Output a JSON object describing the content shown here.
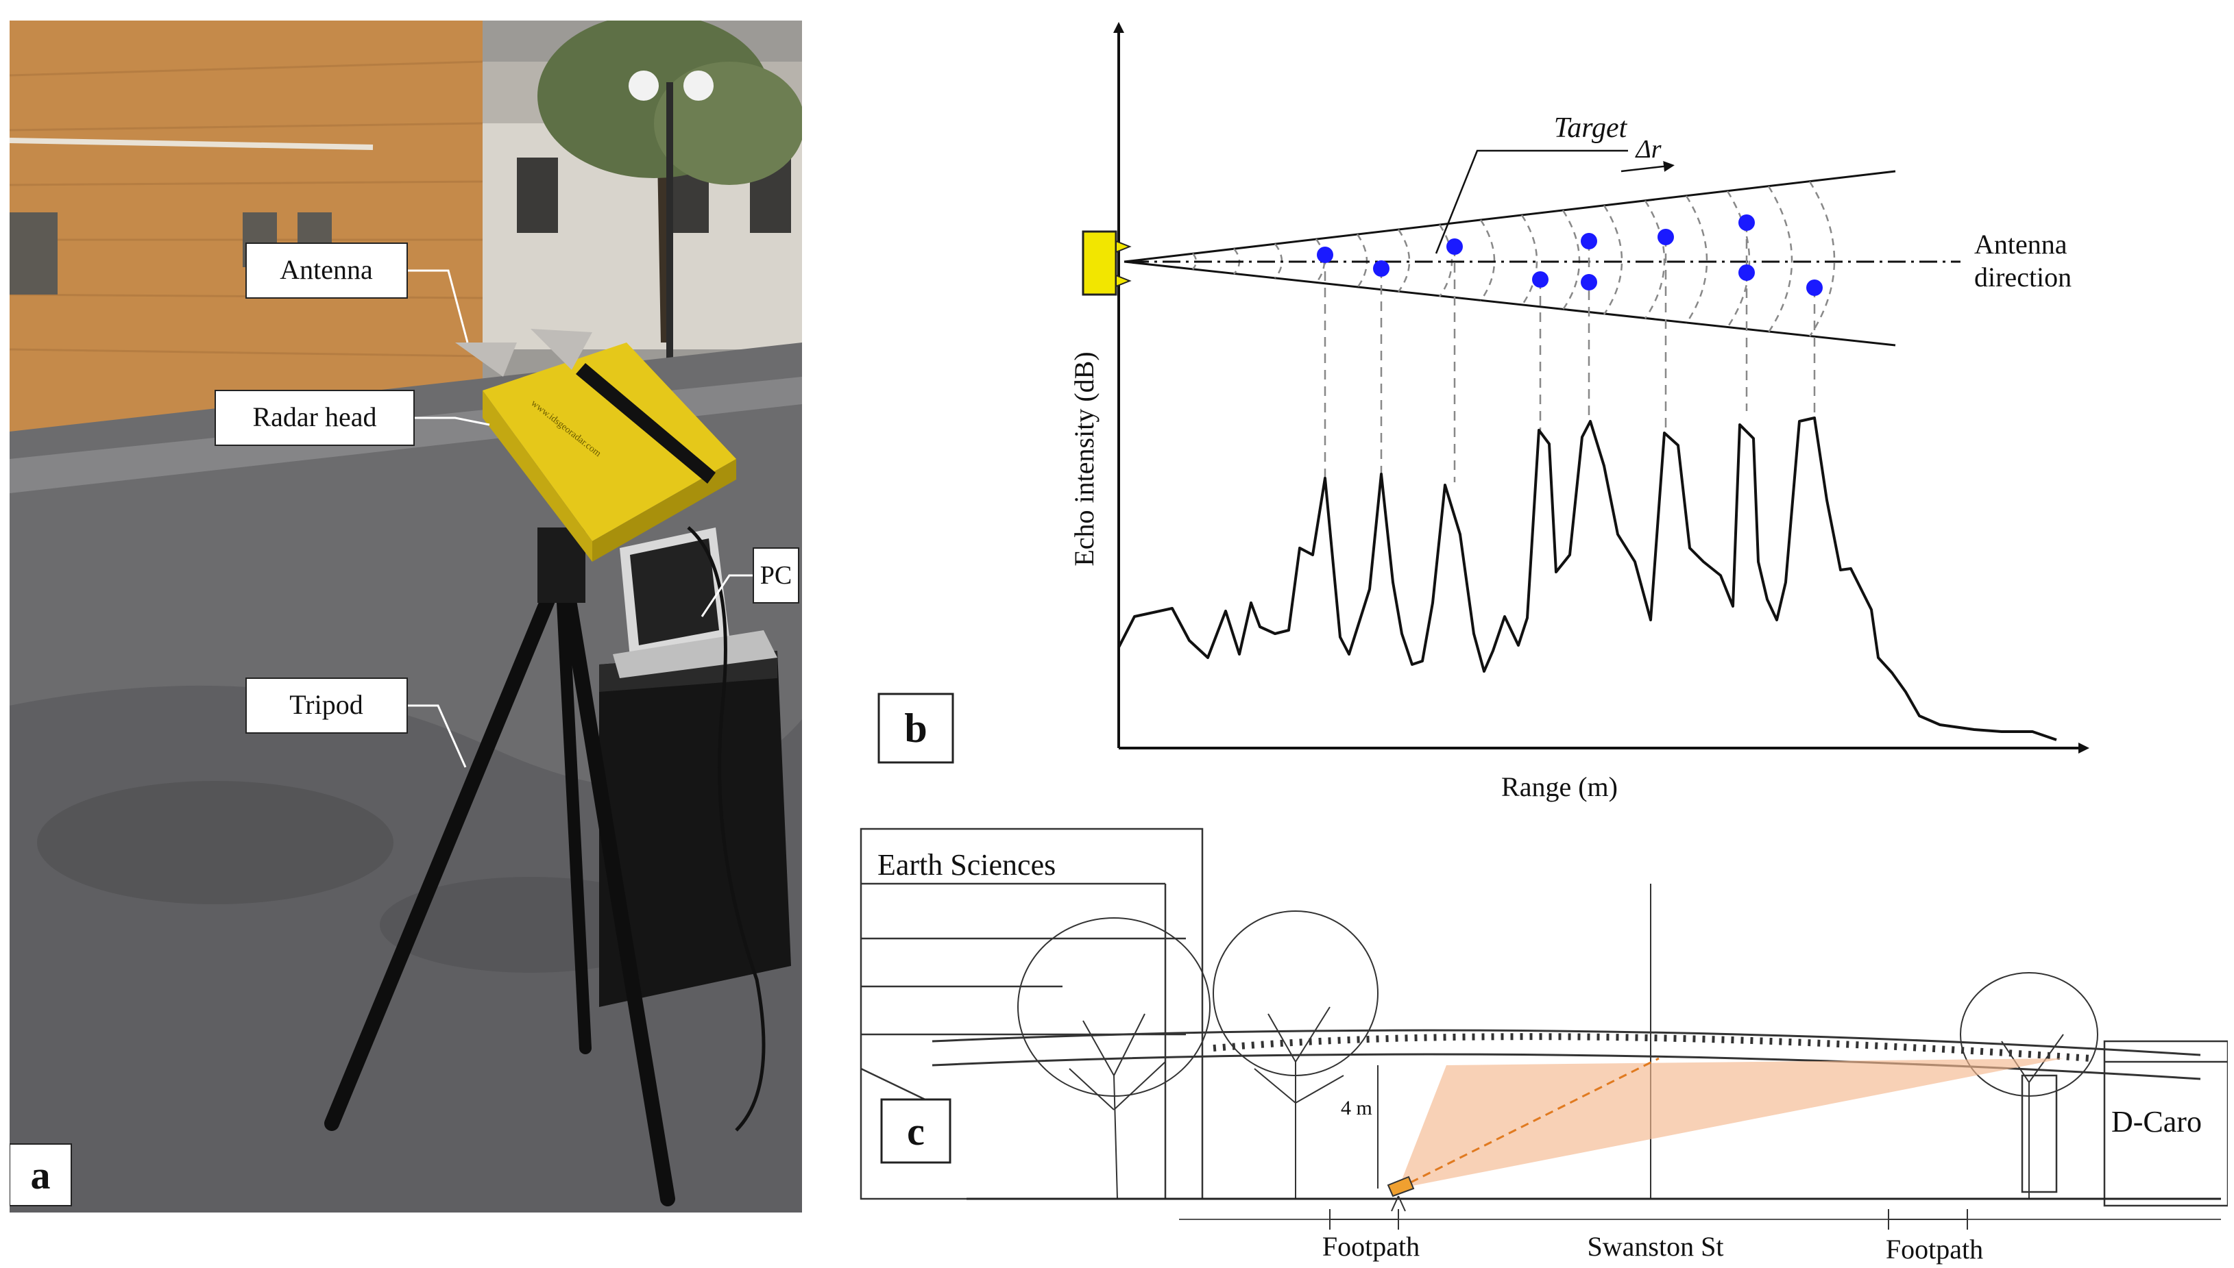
{
  "panel_a": {
    "letter": "a",
    "callouts": {
      "antenna": "Antenna",
      "radar_head": "Radar head",
      "pc": "PC",
      "tripod": "Tripod"
    },
    "radar_url_text": "www.idsgeoradar.com"
  },
  "panel_b": {
    "letter": "b",
    "target_label": "Target",
    "delta_r_label": "Δr",
    "antenna_direction_line1": "Antenna",
    "antenna_direction_line2": "direction",
    "ylabel": "Echo intensity (dB)",
    "xlabel": "Range (m)",
    "colors": {
      "antenna": "#f2e600",
      "target": "#1a1aff"
    }
  },
  "panel_c": {
    "letter": "c",
    "earth_sciences": "Earth Sciences",
    "d_caro": "D-Caro",
    "height_label": "4 m",
    "footpath_left": "Footpath",
    "swanston": "Swanston St",
    "footpath_right": "Footpath",
    "colors": {
      "beam": "#f5b98f",
      "radar": "#f0a030"
    }
  }
}
